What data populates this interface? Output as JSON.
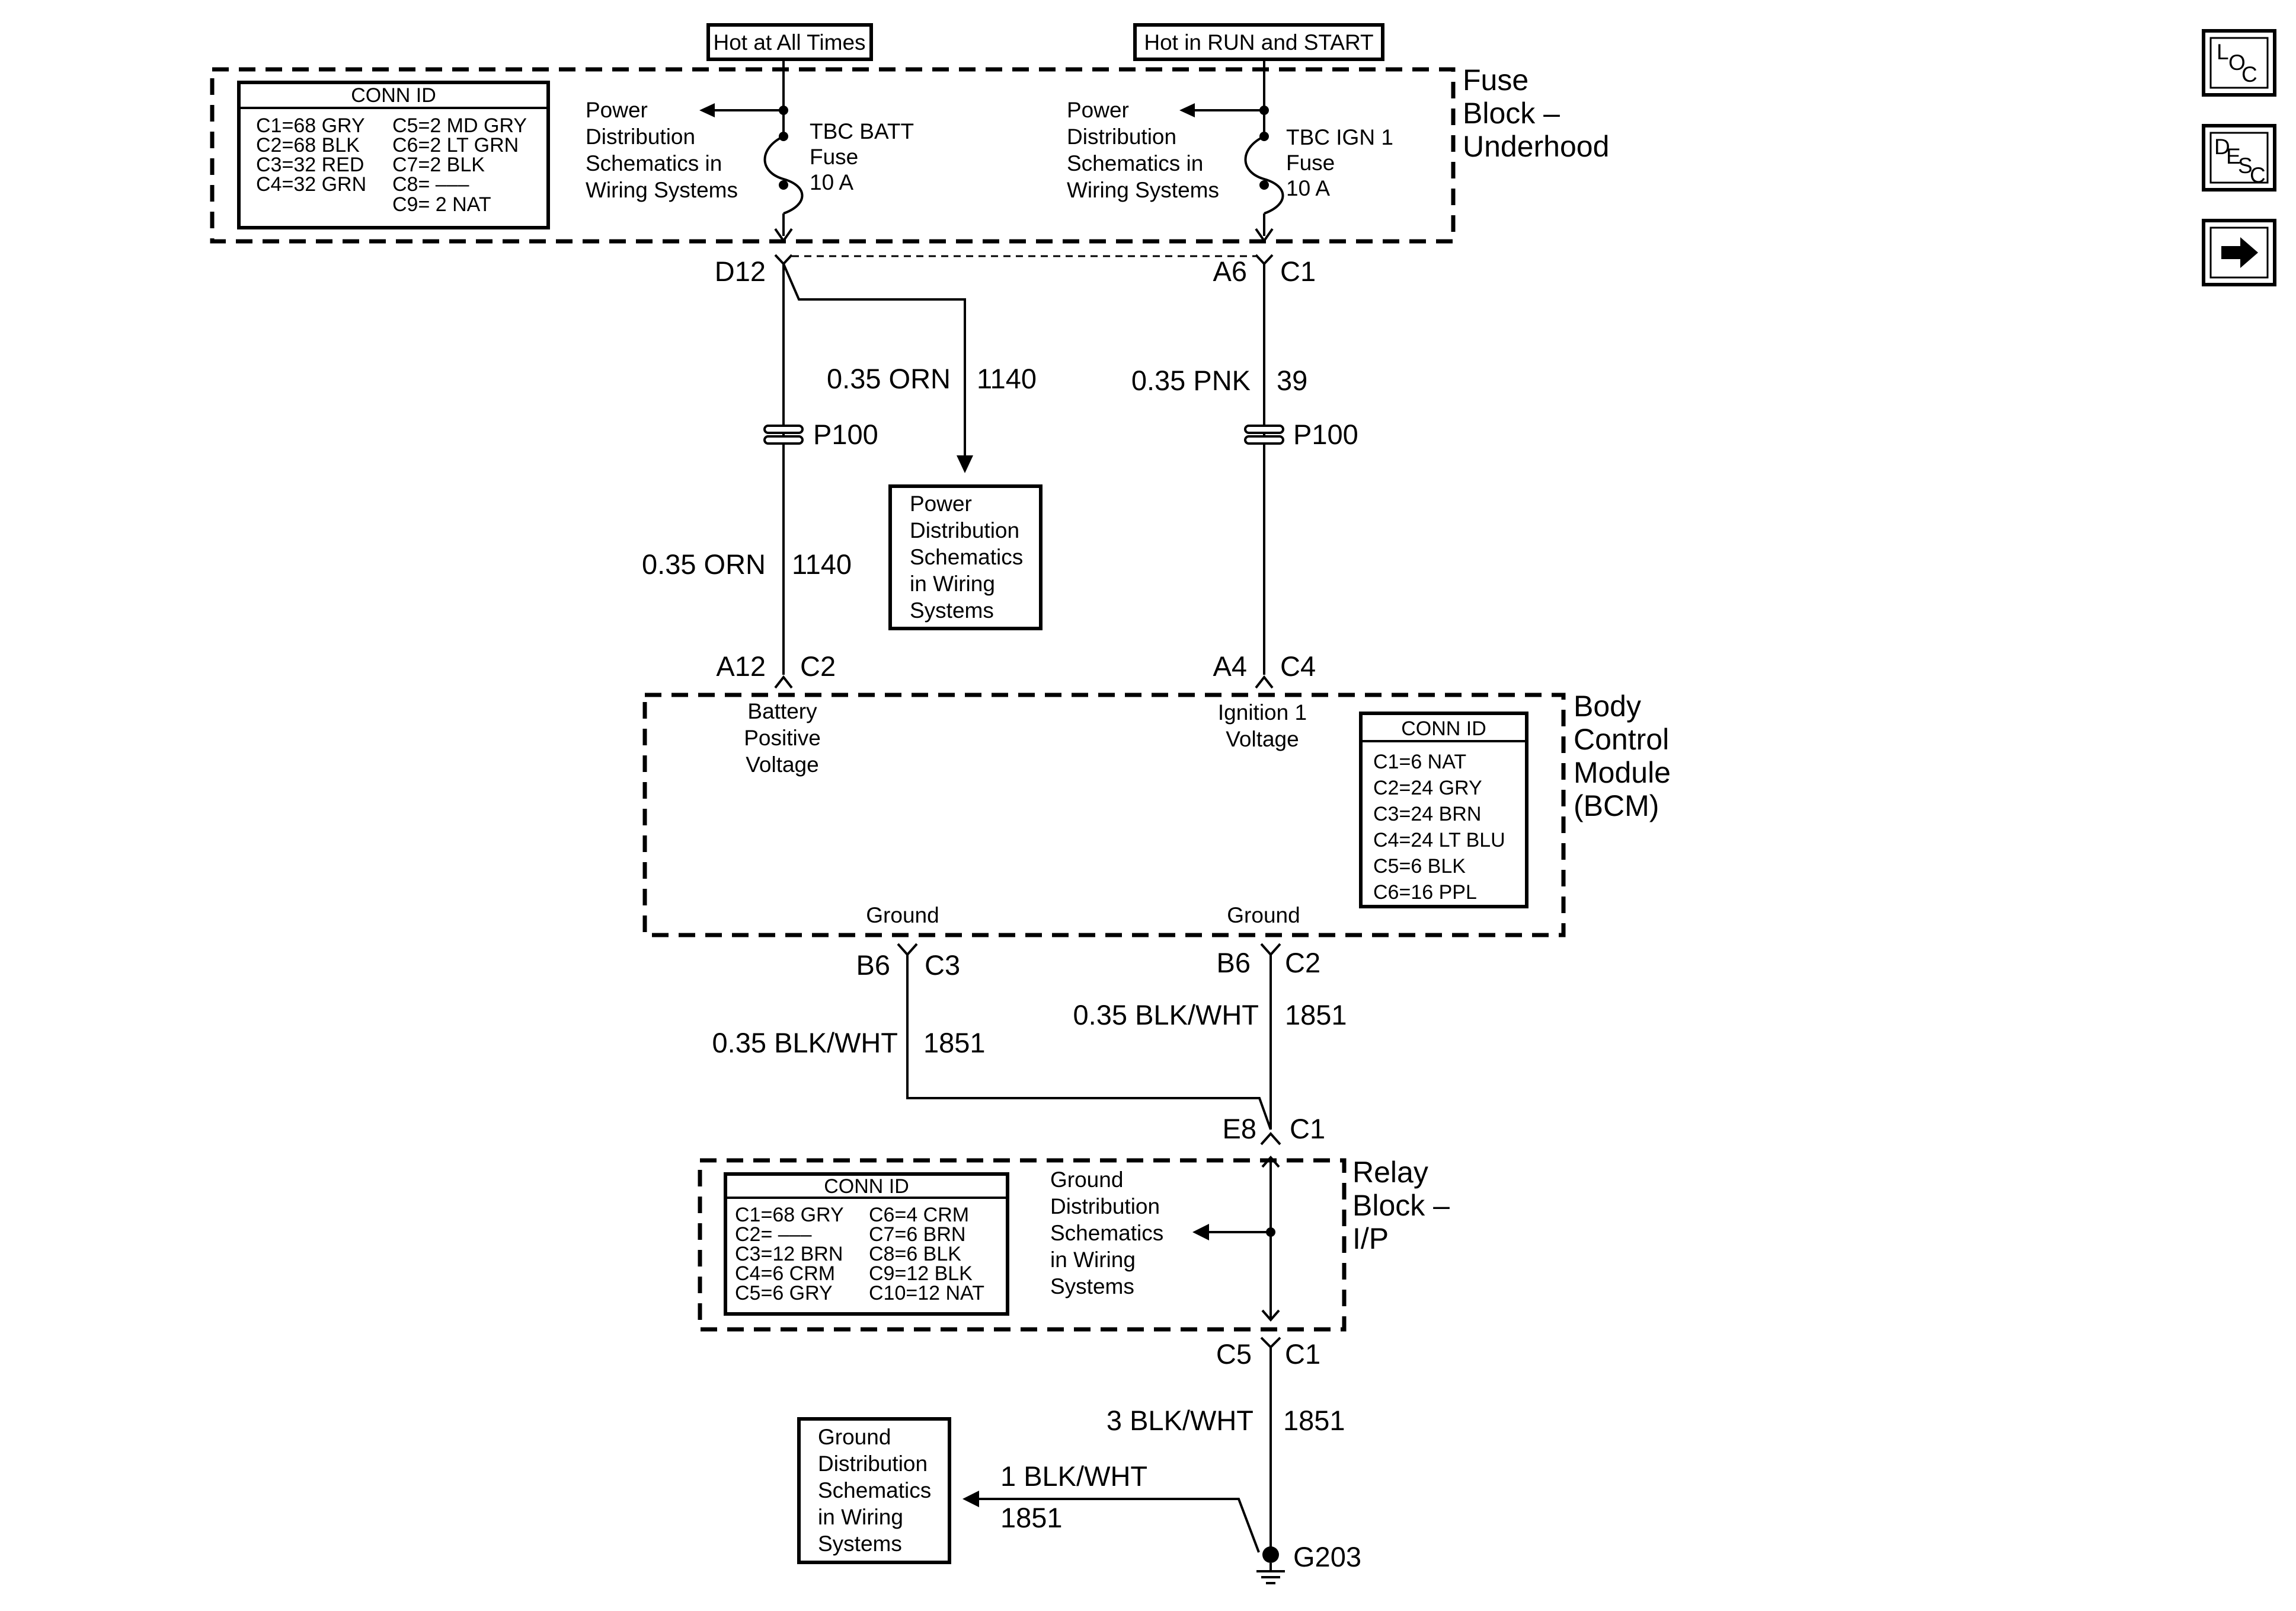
{
  "fuse_block": {
    "feeds": [
      "Hot at All Times",
      "Hot in RUN and START"
    ],
    "name": [
      "Fuse",
      "Block –",
      "Underhood"
    ],
    "conn_id": {
      "title": "CONN ID",
      "col1": [
        "C1=68 GRY",
        "C2=68 BLK",
        "C3=32 RED",
        "C4=32 GRN"
      ],
      "col2": [
        "C5=2 MD GRY",
        "C6=2 LT GRN",
        "C7=2 BLK",
        "C8= –––",
        "C9= 2 NAT"
      ]
    },
    "power_ref_left": [
      "Power",
      "Distribution",
      "Schematics in",
      "Wiring Systems"
    ],
    "power_ref_right": [
      "Power",
      "Distribution",
      "Schematics in",
      "Wiring Systems"
    ],
    "fuse_left": [
      "TBC BATT",
      "Fuse",
      "10 A"
    ],
    "fuse_right": [
      "TBC IGN 1",
      "Fuse",
      "10 A"
    ]
  },
  "pins": {
    "d12": "D12",
    "a6": "A6",
    "c1_top": "C1",
    "a12": "A12",
    "c2_bcm": "C2",
    "a4": "A4",
    "c4_bcm": "C4",
    "b6_left": "B6",
    "c3_bcm": "C3",
    "b6_right": "B6",
    "c2_gnd": "C2",
    "e8": "E8",
    "c1_relay": "C1",
    "c5": "C5",
    "c1_relay_bottom": "C1"
  },
  "wires": {
    "w1_spec": "0.35 ORN",
    "w1_circuit": "1140",
    "w2_spec": "0.35 PNK",
    "w2_circuit": "39",
    "w3_spec": "0.35 ORN",
    "w3_circuit": "1140",
    "w4_spec": "0.35 BLK/WHT",
    "w4_circuit": "1851",
    "w5_spec": "0.35 BLK/WHT",
    "w5_circuit": "1851",
    "w6_spec": "3 BLK/WHT",
    "w6_circuit": "1851",
    "w7_spec": "1 BLK/WHT",
    "w7_circuit": "1851"
  },
  "splices": [
    "P100",
    "P100"
  ],
  "power_ref_box": [
    "Power",
    "Distribution",
    "Schematics",
    "in Wiring",
    "Systems"
  ],
  "bcm": {
    "name": [
      "Body",
      "Control",
      "Module",
      "(BCM)"
    ],
    "battery_label": [
      "Battery",
      "Positive",
      "Voltage"
    ],
    "ignition_label": [
      "Ignition 1",
      "Voltage"
    ],
    "ground_left": "Ground",
    "ground_right": "Ground",
    "conn_id": {
      "title": "CONN ID",
      "rows": [
        "C1=6 NAT",
        "C2=24 GRY",
        "C3=24 BRN",
        "C4=24 LT BLU",
        "C5=6 BLK",
        "C6=16 PPL"
      ]
    }
  },
  "relay_block": {
    "name": [
      "Relay",
      "Block –",
      "I/P"
    ],
    "ground_ref": [
      "Ground",
      "Distribution",
      "Schematics",
      "in Wiring",
      "Systems"
    ],
    "conn_id": {
      "title": "CONN ID",
      "col1": [
        "C1=68 GRY",
        "C2= –––",
        "C3=12 BRN",
        "C4=6 CRM",
        "C5=6 GRY"
      ],
      "col2": [
        "C6=4 CRM",
        "C7=6 BRN",
        "C8=6 BLK",
        "C9=12 BLK",
        "C10=12 NAT"
      ]
    }
  },
  "ground_ref_box": [
    "Ground",
    "Distribution",
    "Schematics",
    "in Wiring",
    "Systems"
  ],
  "ground_point": "G203",
  "nav": {
    "loc": [
      "L",
      "O",
      "C"
    ],
    "desc": [
      "D",
      "E",
      "S",
      "C"
    ]
  }
}
